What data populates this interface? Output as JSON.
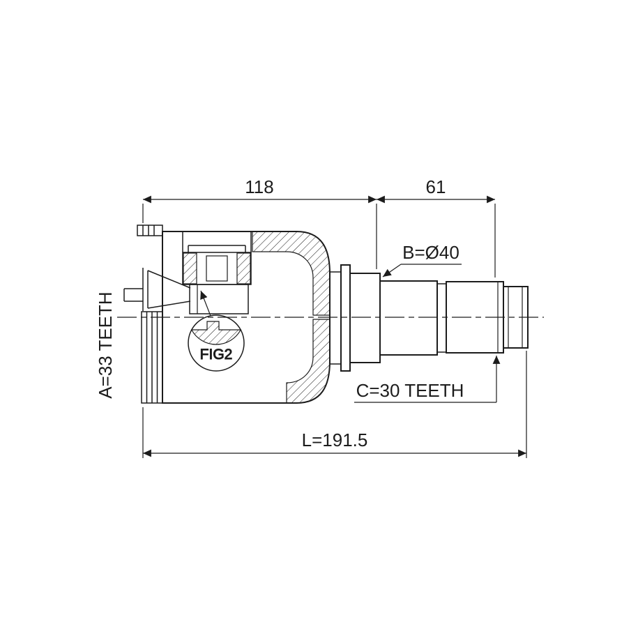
{
  "drawing": {
    "dim_top_left": "118",
    "dim_top_right": "61",
    "label_b": "B=Ø40",
    "label_a": "A=33 TEETH",
    "label_c": "C=30 TEETH",
    "figure_ref": "FIG2",
    "dim_total_length": "L=191.5"
  },
  "colors": {
    "line": "#1c1c1c",
    "background": "#ffffff"
  }
}
